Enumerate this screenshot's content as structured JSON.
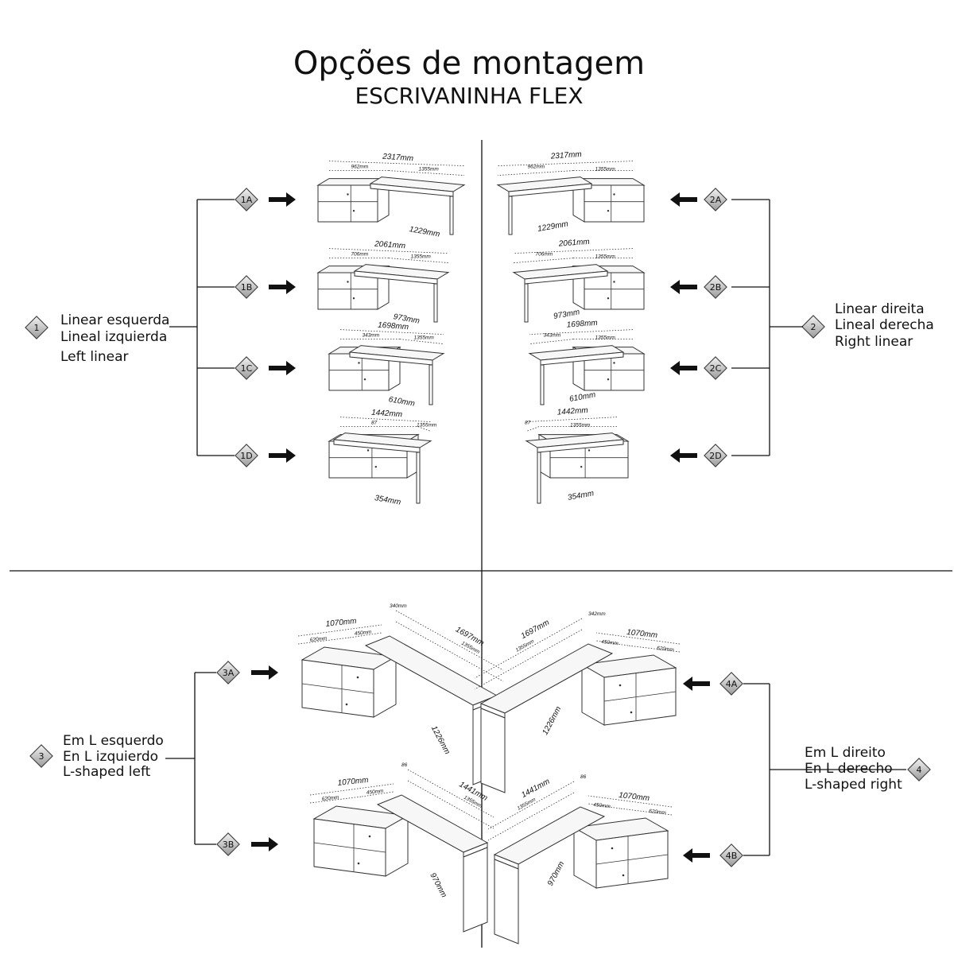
{
  "header": {
    "title": "Opções de montagem",
    "subtitle": "ESCRIVANINHA FLEX"
  },
  "options": [
    {
      "number": "1",
      "labels": [
        "Linear esquerda",
        "Lineal izquierda",
        "Left linear"
      ]
    },
    {
      "number": "2",
      "labels": [
        "Linear direita",
        "Lineal derecha",
        "Right linear"
      ]
    },
    {
      "number": "3",
      "labels": [
        "Em L esquerdo",
        "En L izquierdo",
        "L-shaped left"
      ]
    },
    {
      "number": "4",
      "labels": [
        "Em L direito",
        "En L derecho",
        "L-shaped right"
      ]
    }
  ],
  "variants": {
    "1A": {
      "badge": "1A",
      "dims": [
        "2317mm",
        "962mm",
        "1355mm",
        "1229mm"
      ]
    },
    "1B": {
      "badge": "1B",
      "dims": [
        "2061mm",
        "706mm",
        "1355mm",
        "973mm"
      ]
    },
    "1C": {
      "badge": "1C",
      "dims": [
        "1698mm",
        "343mm",
        "1355mm",
        "610mm"
      ]
    },
    "1D": {
      "badge": "1D",
      "dims": [
        "1442mm",
        "87",
        "1355mm",
        "354mm"
      ]
    },
    "2A": {
      "badge": "2A",
      "dims": [
        "2317mm",
        "962mm",
        "1355mm",
        "1229mm"
      ]
    },
    "2B": {
      "badge": "2B",
      "dims": [
        "2061mm",
        "706mm",
        "1355mm",
        "973mm"
      ]
    },
    "2C": {
      "badge": "2C",
      "dims": [
        "1698mm",
        "343mm",
        "1355mm",
        "610mm"
      ]
    },
    "2D": {
      "badge": "2D",
      "dims": [
        "1442mm",
        "87",
        "1355mm",
        "354mm"
      ]
    },
    "3A": {
      "badge": "3A",
      "dims": [
        "1070mm",
        "620mm",
        "450mm",
        "340mm",
        "1697mm",
        "1355mm",
        "1226mm"
      ]
    },
    "3B": {
      "badge": "3B",
      "dims": [
        "1070mm",
        "620mm",
        "450mm",
        "86",
        "1441mm",
        "1355mm",
        "970mm"
      ]
    },
    "4A": {
      "badge": "4A",
      "dims": [
        "1070mm",
        "620mm",
        "450mm",
        "342mm",
        "1697mm",
        "1355mm",
        "1226mm"
      ]
    },
    "4B": {
      "badge": "4B",
      "dims": [
        "1070mm",
        "620mm",
        "450mm",
        "86",
        "1441mm",
        "1355mm",
        "970mm"
      ]
    }
  },
  "colors": {
    "ink": "#111111",
    "badge_fill": "#d9d9d9"
  }
}
